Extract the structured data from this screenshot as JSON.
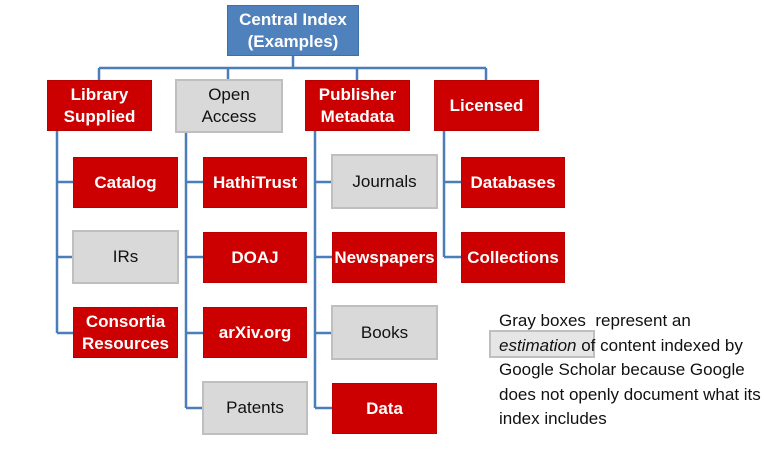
{
  "root": {
    "label": "Central Index\n(Examples)",
    "line1": "Central Index",
    "line2": "(Examples)",
    "color": "#4f81bd"
  },
  "categories": [
    {
      "label_1": "Library",
      "label_2": "Supplied",
      "style": "red",
      "children": [
        {
          "label_1": "Catalog",
          "style": "red"
        },
        {
          "label_1": "IRs",
          "style": "gray"
        },
        {
          "label_1": "Consortia",
          "label_2": "Resources",
          "style": "red"
        }
      ]
    },
    {
      "label_1": "Open",
      "label_2": "Access",
      "style": "gray",
      "children": [
        {
          "label_1": "HathiTrust",
          "style": "red"
        },
        {
          "label_1": "DOAJ",
          "style": "red"
        },
        {
          "label_1": "arXiv.org",
          "style": "red"
        },
        {
          "label_1": "Patents",
          "style": "gray"
        }
      ]
    },
    {
      "label_1": "Publisher",
      "label_2": "Metadata",
      "style": "red",
      "children": [
        {
          "label_1": "Journals",
          "style": "gray"
        },
        {
          "label_1": "Newspapers",
          "style": "red"
        },
        {
          "label_1": "Books",
          "style": "gray"
        },
        {
          "label_1": "Data",
          "style": "red"
        }
      ]
    },
    {
      "label_1": "Licensed",
      "style": "red",
      "children": [
        {
          "label_1": "Databases",
          "style": "red"
        },
        {
          "label_1": "Collections",
          "style": "red"
        }
      ]
    }
  ],
  "note": {
    "before": "Gray boxes  represent an ",
    "emphasis": "estimation",
    "after": " of content indexed by Google Scholar because Google does not openly document what its index includes"
  },
  "colors": {
    "red": "#cc0000",
    "gray": "#d9d9d9",
    "connector": "#4a7ebb"
  }
}
